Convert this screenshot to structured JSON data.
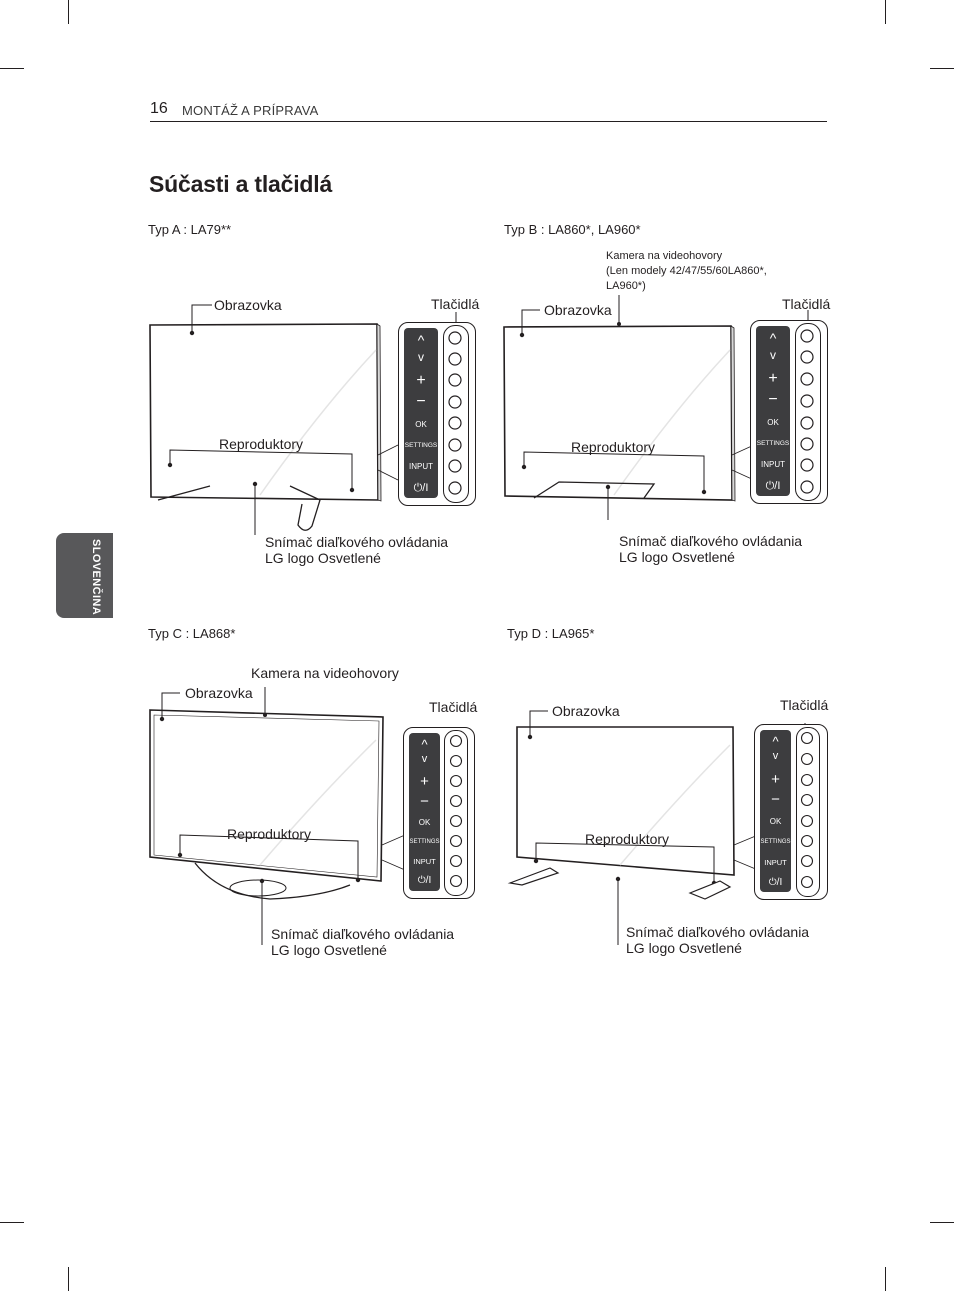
{
  "header": {
    "page_number": "16",
    "section": "MONTÁŽ A PRÍPRAVA"
  },
  "title": "Súčasti a tlačidlá",
  "side_tab": "SLOVENČINA",
  "labels": {
    "screen": "Obrazovka",
    "buttons": "Tlačidlá",
    "speakers": "Reproduktory",
    "remote_sensor": "Snímač diaľkového ovládania",
    "lg_logo": "LG logo Osvetlené",
    "camera": "Kamera na videohovory"
  },
  "types": {
    "a": "Typ A : LA79**",
    "b": "Typ B : LA860*, LA960*",
    "c": "Typ C : LA868*",
    "d": "Typ D : LA965*"
  },
  "camera_note": {
    "line1": "Kamera na videohovory",
    "line2": "(Len modely 42/47/55/60LA860*,",
    "line3": "LA960*)"
  },
  "panel": {
    "up": "^",
    "down": "v",
    "plus": "+",
    "minus": "−",
    "ok": "OK",
    "settings": "SETTINGS",
    "input": "INPUT",
    "power": "⏻/I"
  }
}
